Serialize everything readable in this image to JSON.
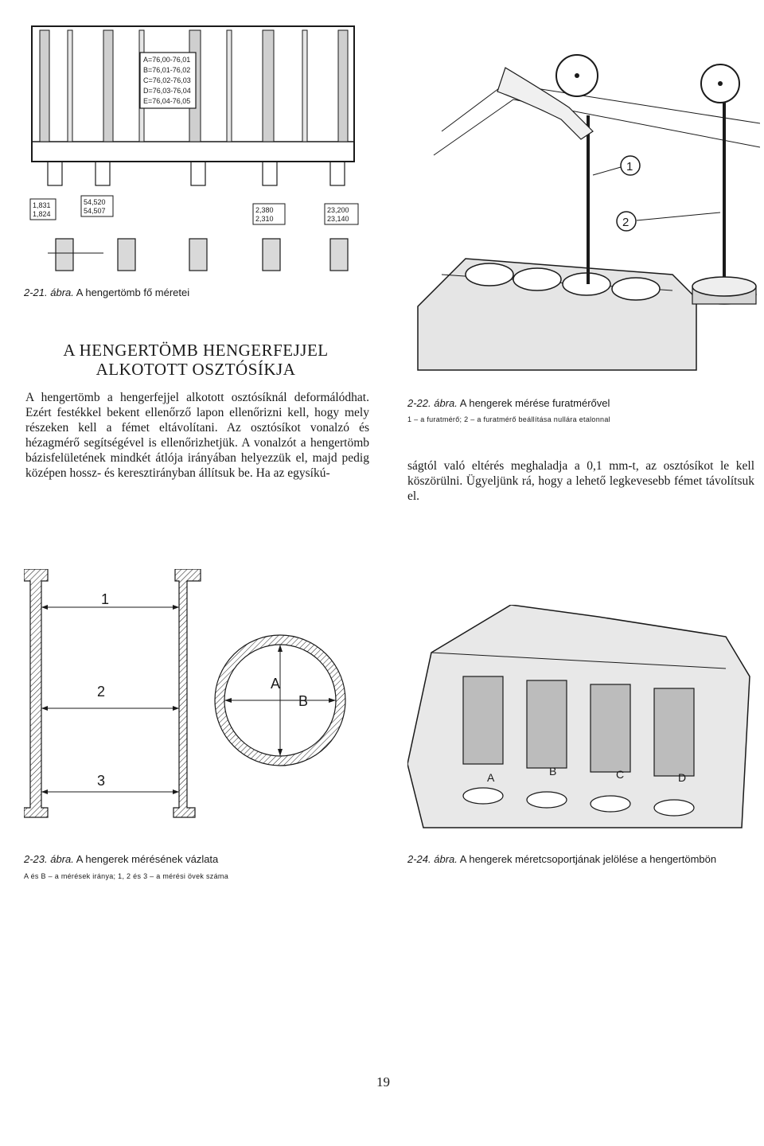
{
  "fig21": {
    "tolerance_lines": [
      "A=76,00-76,01",
      "B=76,01-76,02",
      "C=76,02-76,03",
      "D=76,03-76,04",
      "E=76,04-76,05"
    ],
    "dims": {
      "d1a": "1,831",
      "d1b": "1,824",
      "d2a": "54,520",
      "d2b": "54,507",
      "d3a": "2,380",
      "d3b": "2,310",
      "d4a": "23,200",
      "d4b": "23,140"
    },
    "caption_num": "2-21. ábra.",
    "caption_text": "A hengertömb fő méretei"
  },
  "fig22": {
    "callouts": [
      "1",
      "2"
    ],
    "caption_num": "2-22. ábra.",
    "caption_text": "A hengerek mérése furatmérővel",
    "legend": "1 – a furatmérő; 2 – a furatmérő beállítása nullára etalonnal"
  },
  "section": {
    "heading_line1": "A HENGERTÖMB HENGERFEJJEL",
    "heading_line2": "ALKOTOTT OSZTÓSÍKJA",
    "para_left": "A hengertömb a hengerfejjel alkotott osztósíknál deformálódhat. Ezért festékkel bekent ellenőrző lapon ellenőrizni kell, hogy mely részeken kell a fémet eltávolítani. Az osztósíkot vonalzó és hézagmérő segítségével is ellenőrizhetjük. A vonalzót a hengertömb bázisfelületének mindkét átlója irányában helyezzük el, majd pedig középen hossz- és keresztirányban állítsuk be. Ha az egysíkú-",
    "para_right": "ságtól való eltérés meghaladja a 0,1 mm-t, az osztósíkot le kell köszörülni. Ügyeljünk rá, hogy a lehető legkevesebb fémet távolítsuk el."
  },
  "fig23": {
    "labels": {
      "one": "1",
      "two": "2",
      "three": "3",
      "a": "A",
      "b": "B"
    },
    "caption_num": "2-23. ábra.",
    "caption_text": "A hengerek mérésének vázlata",
    "legend": "A és B – a mérések iránya; 1, 2 és 3 – a mérési övek száma"
  },
  "fig24": {
    "labels": [
      "A",
      "B",
      "C",
      "D"
    ],
    "caption_num": "2-24. ábra.",
    "caption_text": "A hengerek méretcsoportjának jelölése a hengertömbön"
  },
  "page_number": "19"
}
